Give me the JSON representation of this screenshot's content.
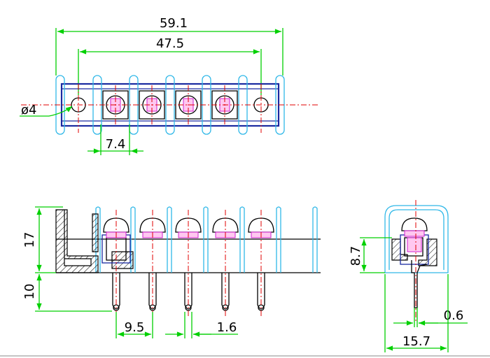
{
  "dimensions": {
    "overall_length": "59.1",
    "mount_hole_span": "47.5",
    "hole_diameter": "ø4",
    "pitch": "7.4",
    "height": "17",
    "pin_length": "10",
    "pin_pitch": "9.5",
    "pin_width": "1.6",
    "side_height": "8.7",
    "pin_thickness": "0.6",
    "depth": "15.7"
  },
  "colors": {
    "dimension": "#00d000",
    "outline": "#000000",
    "body": "#1a2aa0",
    "barrier": "#30b8e8",
    "centerline": "#e00000",
    "screw": "#d020d0"
  },
  "icons": {
    "screw": "slotted-screw-head",
    "hole": "mounting-hole"
  }
}
